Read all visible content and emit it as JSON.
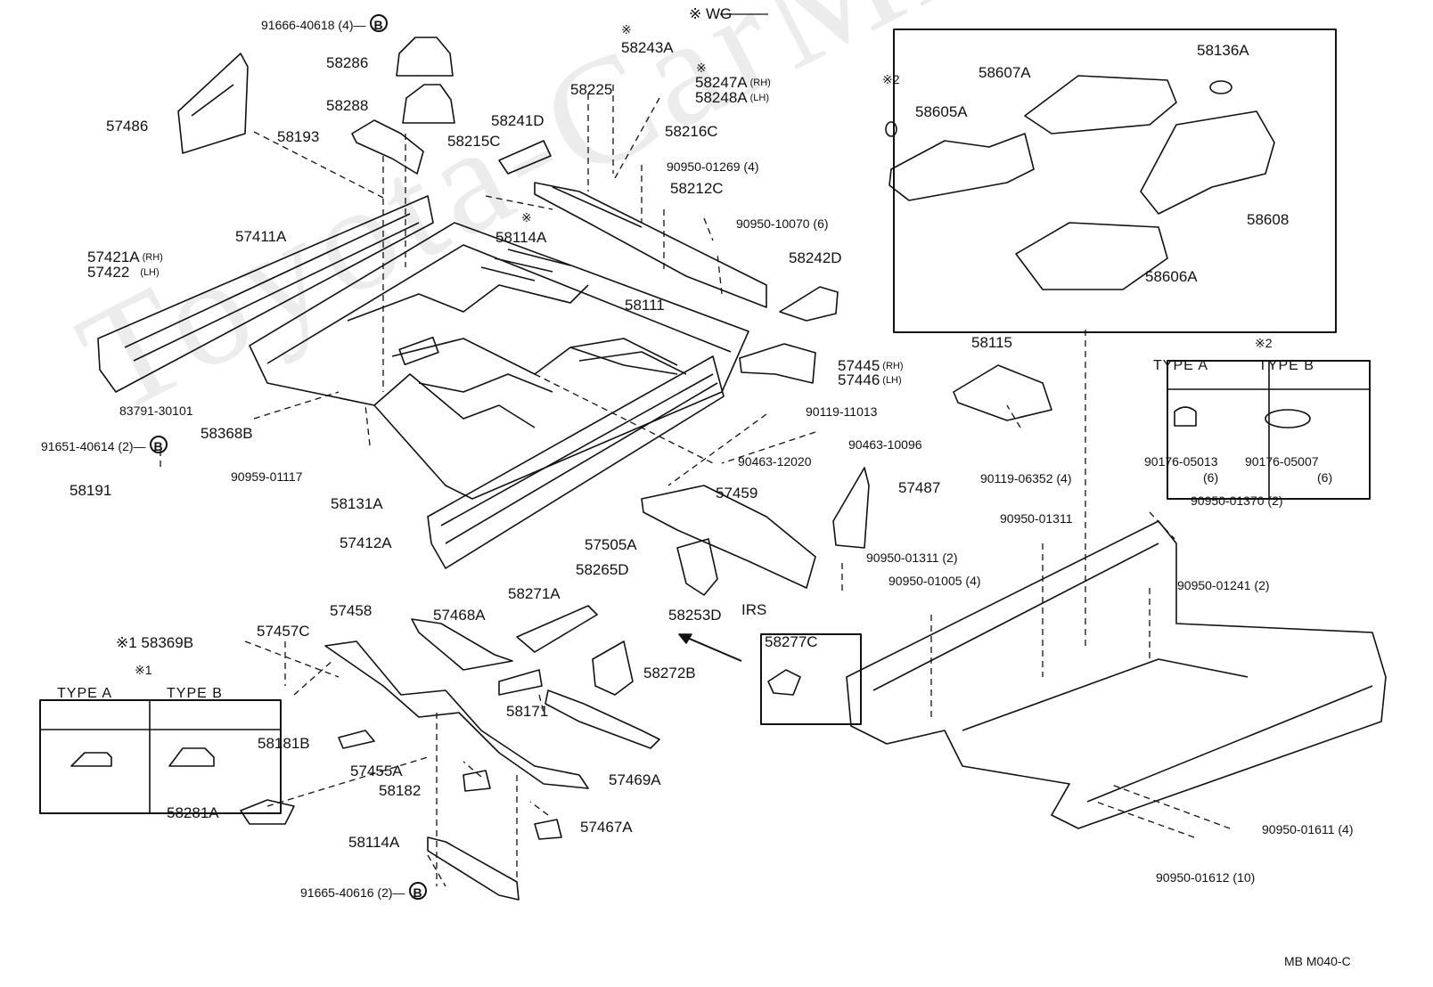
{
  "watermark": "Toyota-CarMine.ru",
  "diagram_code": "MB  M040-C",
  "wg_note": "※ WG",
  "irs_label": "IRS",
  "legend1": {
    "title": "※1",
    "type_a": "TYPE  A",
    "type_b": "TYPE  B"
  },
  "legend2": {
    "title": "※2",
    "type_a": "TYPE  A",
    "type_b": "TYPE  B",
    "part_a": "90176-05013",
    "qty_a": "(6)",
    "part_b": "90176-05007",
    "qty_b": "(6)"
  },
  "labels": {
    "p91666": "91666-40618 (4)—",
    "b": "B",
    "p58286": "58286",
    "p58288": "58288",
    "p57486": "57486",
    "p58193": "58193",
    "mark": "※",
    "p58243A": "58243A",
    "p58225": "58225",
    "p58247A": "58247A",
    "p58248A": "58248A",
    "rh": "(RH)",
    "lh": "(LH)",
    "p58241D": "58241D",
    "p58215C": "58215C",
    "p58216C": "58216C",
    "p90950_01269": "90950-01269 (4)",
    "p58212C": "58212C",
    "p90950_10070": "90950-10070 (6)",
    "p58114A": "58114A",
    "p57411A": "57411A",
    "p57421A": "57421A",
    "p57422": "57422",
    "p58111": "58111",
    "p58242D": "58242D",
    "p57445": "57445",
    "p57446": "57446",
    "p58115": "58115",
    "p90119_11013": "90119-11013",
    "p90463_10096": "90463-10096",
    "p83791": "83791-30101",
    "p58368B": "58368B",
    "p91651": "91651-40614 (2)—",
    "p58191": "58191",
    "p90959": "90959-01117",
    "p90463_12020": "90463-12020",
    "p90119_06352": "90119-06352 (4)",
    "p58131A": "58131A",
    "p57412A": "57412A",
    "p57459": "57459",
    "p57487": "57487",
    "p57505A": "57505A",
    "p90950_01311_2": "90950-01311 (2)",
    "p90950_01311": "90950-01311",
    "p90950_01370": "90950-01370 (2)",
    "p58265D": "58265D",
    "p58271A": "58271A",
    "p58253D": "58253D",
    "p90950_01005": "90950-01005 (4)",
    "p90950_01241": "90950-01241 (2)",
    "p57458": "57458",
    "p57468A": "57468A",
    "p58369B": "※1 58369B",
    "p57457C": "57457C",
    "p58277C": "58277C",
    "p58272B": "58272B",
    "p58171": "58171",
    "p58181B": "58181B",
    "p57455A": "57455A",
    "p58182": "58182",
    "p57469A": "57469A",
    "p58281A": "58281A",
    "p57467A": "57467A",
    "p58114A_2": "58114A",
    "p91665": "91665-40616 (2)—",
    "p90950_01611": "90950-01611 (4)",
    "p90950_01612": "90950-01612 (10)",
    "p58607A": "58607A",
    "p58136A": "58136A",
    "p58605A": "58605A",
    "p58608": "58608",
    "p58606A": "58606A",
    "mark2": "※2"
  }
}
